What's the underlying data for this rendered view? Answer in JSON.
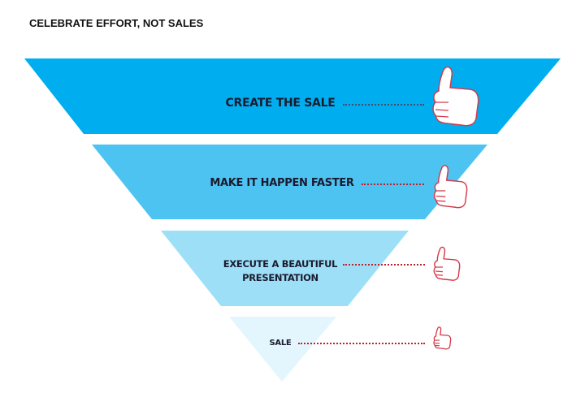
{
  "title": "CELEBRATE EFFORT, NOT SALES",
  "levels": [
    {
      "label": "CREATE THE SALE",
      "color": "#00aeef",
      "dot_color": "#4a4a6a"
    },
    {
      "label": "MAKE IT HAPPEN FASTER",
      "color": "#4dc3f2",
      "dot_color": "#c0202a"
    },
    {
      "label_line1": "EXECUTE A BEAUTIFUL",
      "label_line2": "PRESENTATION",
      "color": "#9edff8",
      "dot_color": "#c0202a"
    },
    {
      "label": "SALE",
      "color": "#e3f6fd",
      "dot_color": "#c0202a"
    }
  ],
  "icons": {
    "thumb": "thumbs-up-icon"
  }
}
